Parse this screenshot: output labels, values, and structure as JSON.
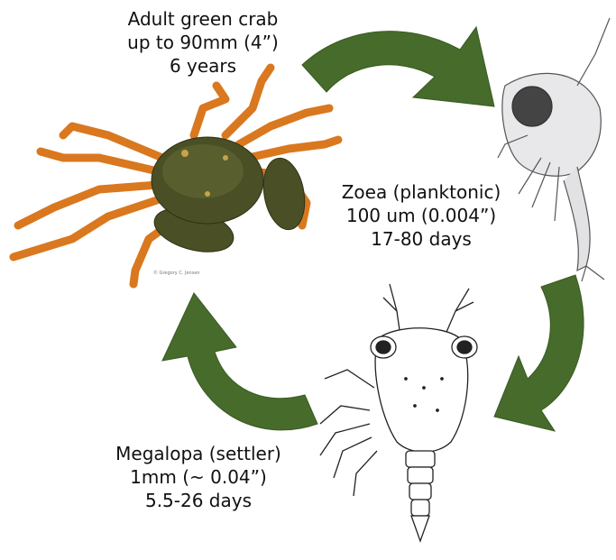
{
  "colors": {
    "arrow": "#466b2b",
    "arrow_dark": "#3a5a22",
    "crab_shell": "#4a4f25",
    "crab_legs": "#d9781f",
    "ink": "#222222"
  },
  "stages": {
    "adult": {
      "line1": "Adult green crab",
      "line2": "up to 90mm (4”)",
      "line3": "6 years"
    },
    "zoea": {
      "line1": "Zoea (planktonic)",
      "line2": "100 um (0.004”)",
      "line3": "17-80 days"
    },
    "megalopa": {
      "line1": "Megalopa (settler)",
      "line2": "1mm (~ 0.04”)",
      "line3": "5.5-26 days"
    }
  },
  "photo_credit": "© Gregory C. Jensen"
}
